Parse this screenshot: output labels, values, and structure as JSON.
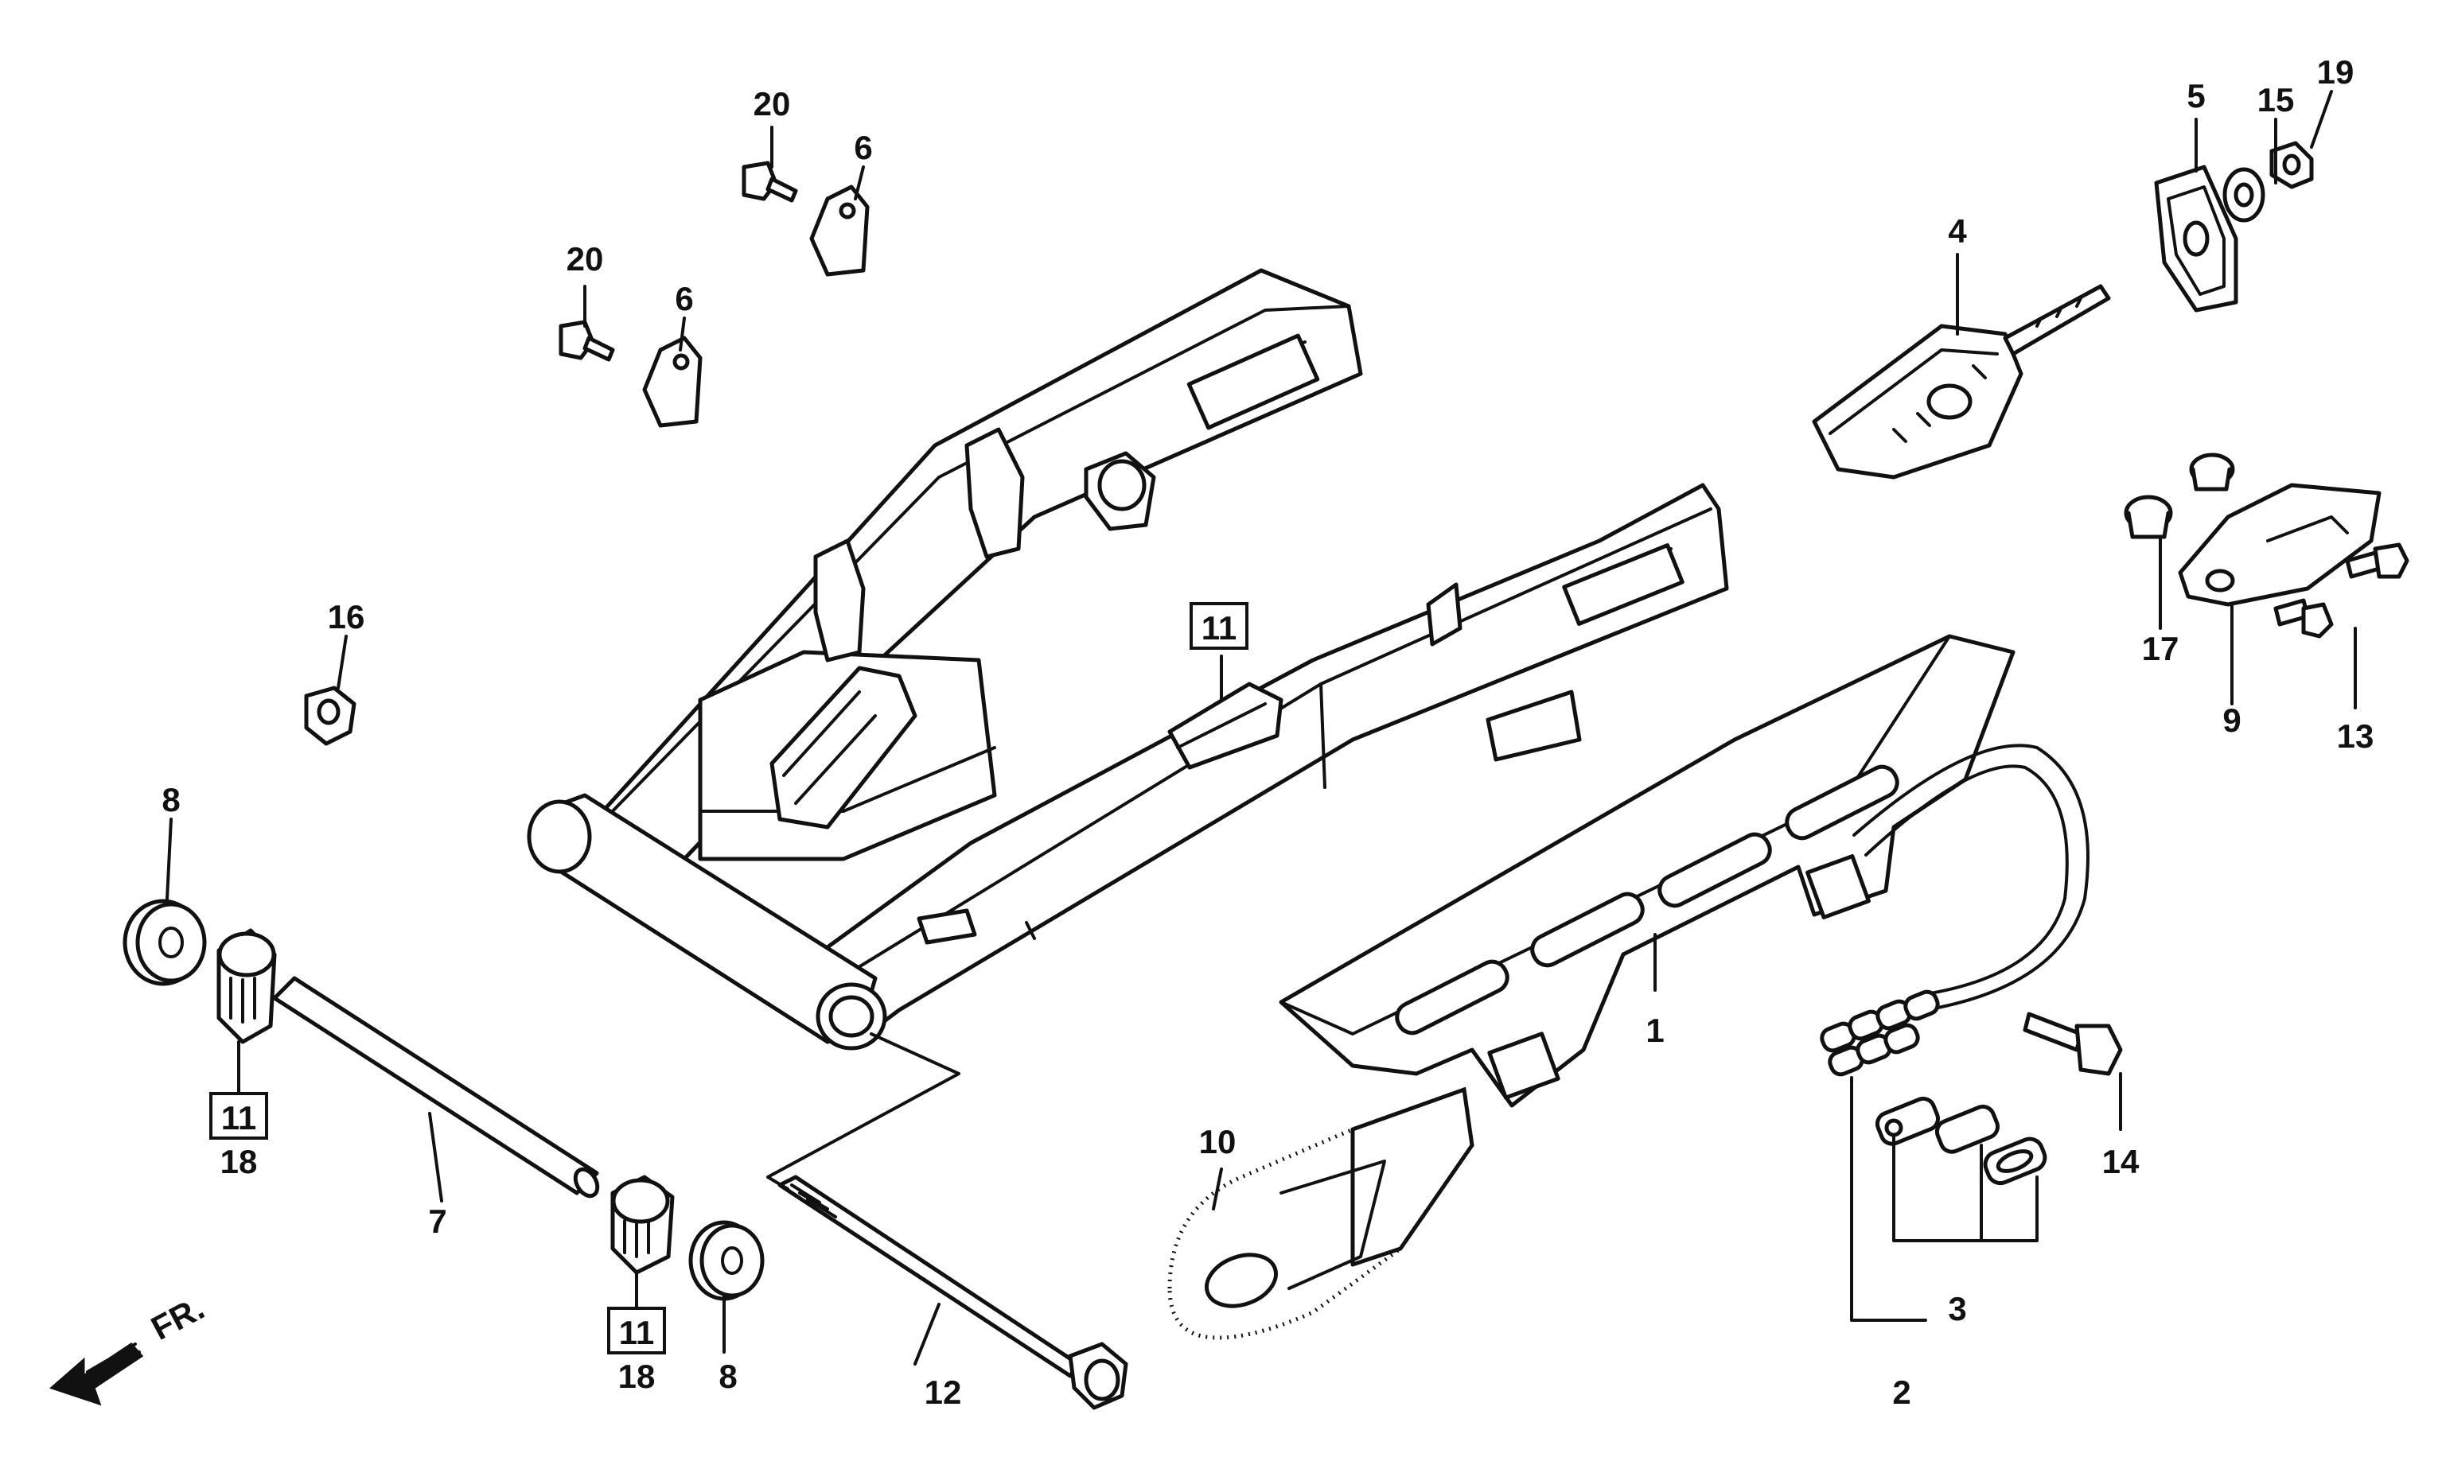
{
  "diagram": {
    "direction_label": "FR.",
    "callouts": {
      "c1": "1",
      "c2": "2",
      "c3": "3",
      "c4": "4",
      "c5": "5",
      "c6a": "6",
      "c6b": "6",
      "c7": "7",
      "c8a": "8",
      "c8b": "8",
      "c9": "9",
      "c10": "10",
      "c11a": "11",
      "c11b": "11",
      "c11c": "11",
      "c12": "12",
      "c13": "13",
      "c14": "14",
      "c15": "15",
      "c16": "16",
      "c17": "17",
      "c18a": "18",
      "c18b": "18",
      "c19": "19",
      "c20a": "20",
      "c20b": "20"
    }
  }
}
